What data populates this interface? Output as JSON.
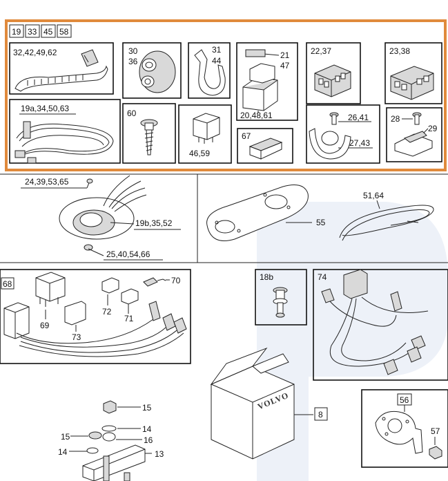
{
  "colors": {
    "highlight": "#e08a3c",
    "watermark": "#dfe6f3",
    "ink": "#111111"
  },
  "group_labels": [
    "19",
    "33",
    "45",
    "58"
  ],
  "callouts": {
    "c_32": "32,42,49,62",
    "c_30": "30",
    "c_36": "36",
    "c_31": "31",
    "c_44": "44",
    "c_21": "21",
    "c_47": "47",
    "c_2237": "22,37",
    "c_2338": "23,38",
    "c_20": "20,48,61",
    "c_19a": "19a,34,50,63",
    "c_60": "60",
    "c_4659": "46,59",
    "c_67": "67",
    "c_2641": "26,41",
    "c_2743": "27,43",
    "c_28": "28",
    "c_29": "29",
    "c_24": "24,39,53,65",
    "c_19b": "19b,35,52",
    "c_25": "25,40,54,66",
    "c_55": "55",
    "c_51": "51,64",
    "c_68": "68",
    "c_69": "69",
    "c_72": "72",
    "c_71": "71",
    "c_70": "70",
    "c_73": "73",
    "c_18b": "18b",
    "c_74": "74",
    "c_8": "8",
    "c_56": "56",
    "c_57": "57",
    "c_15a": "15",
    "c_15b": "15",
    "c_14a": "14",
    "c_14b": "14",
    "c_16": "16",
    "c_13": "13"
  },
  "box_brand": "VOLVO"
}
